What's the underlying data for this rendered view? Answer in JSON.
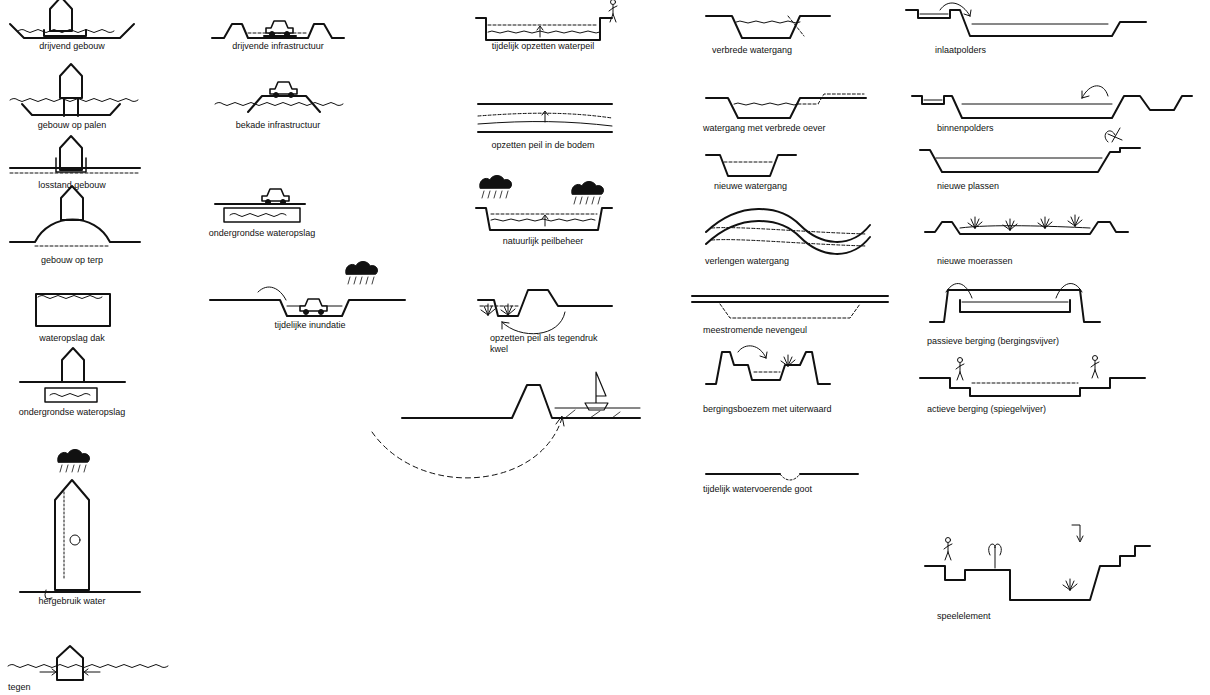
{
  "diagram": {
    "labels": [
      "drijvend gebouw",
      "gebouw op palen",
      "losstand gebouw",
      "gebouw op terp",
      "wateropslag dak",
      "ondergrondse wateropslag",
      "hergebruik water",
      "tegen",
      "drijvende infrastructuur",
      "bekade infrastructuur",
      "ondergrondse wateropslag",
      "tijdelijke inundatie",
      "tijdelijk opzetten waterpeil",
      "opzetten peil in de bodem",
      "natuurlijk peilbeheer",
      "opzetten peil als tegendruk kwel",
      "verbrede watergang",
      "watergang met verbrede oever",
      "nieuwe watergang",
      "verlengen watergang",
      "meestromende nevengeul",
      "bergingsboezem met uiterwaard",
      "tijdelijk watervoerende goot",
      "inlaatpolders",
      "binnenpolders",
      "nieuwe plassen",
      "nieuwe moerassen",
      "passieve berging (bergingsvijver)",
      "actieve berging (spiegelvijver)",
      "speelelement"
    ]
  }
}
